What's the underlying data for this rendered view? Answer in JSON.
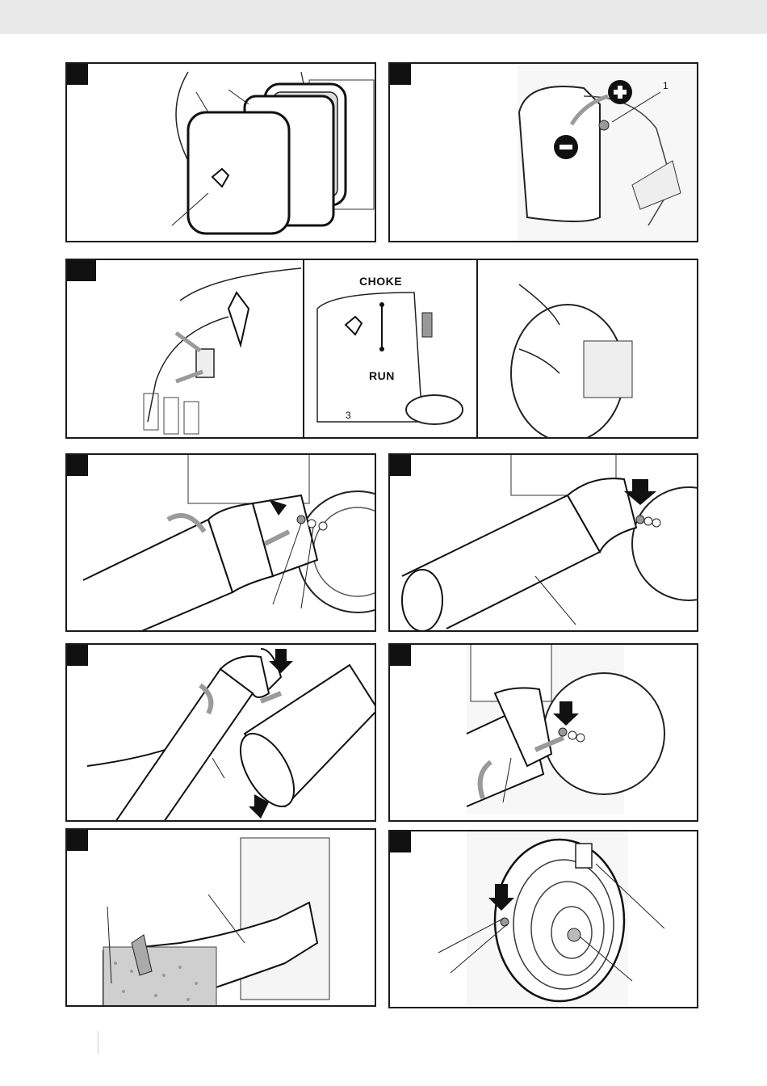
{
  "page": {
    "header_bar_color": "#e9e9e9"
  },
  "figures": [
    {
      "id": "air-filter",
      "labels": []
    },
    {
      "id": "idle-adjust",
      "labels": [
        "1"
      ]
    },
    {
      "id": "choke-start",
      "labels": [
        "CHOKE",
        "RUN",
        "3"
      ]
    },
    {
      "id": "blower-tube-attach",
      "labels": []
    },
    {
      "id": "blower-tube-lock",
      "labels": []
    },
    {
      "id": "nozzle-attach",
      "labels": []
    },
    {
      "id": "vacuum-tube-attach",
      "labels": []
    },
    {
      "id": "vacuum-bag",
      "labels": []
    },
    {
      "id": "intake-cover",
      "labels": []
    }
  ],
  "colors": {
    "frame": "#1a1a1a",
    "arrow": "#9a9a9a",
    "black_arrow": "#111111"
  }
}
